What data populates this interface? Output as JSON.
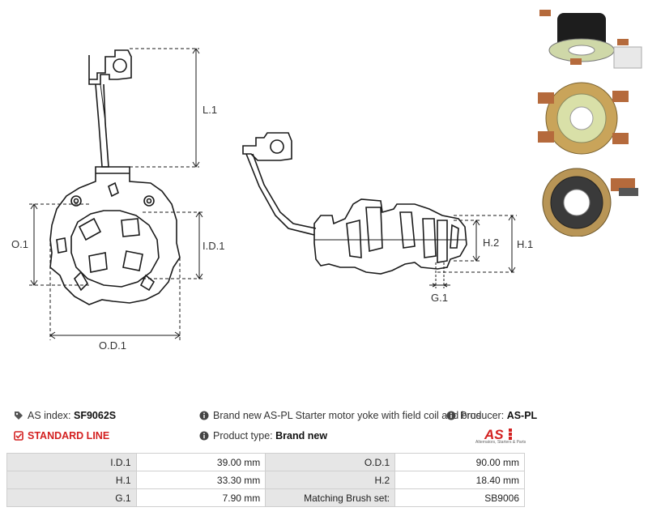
{
  "drawing": {
    "labels": {
      "l1": "L.1",
      "o1": "O.1",
      "id1": "I.D.1",
      "od1": "O.D.1",
      "h1": "H.1",
      "h2": "H.2",
      "g1": "G.1"
    }
  },
  "photos": {
    "top_alt": "",
    "middle_alt": "",
    "bottom_alt": ""
  },
  "info": {
    "as_index_label": "AS index:",
    "as_index_value": "SF9062S",
    "line_label": "STANDARD LINE",
    "description": "Brand new AS-PL Starter motor yoke with field coil and brus",
    "producer_label": "Producer:",
    "producer_value": "AS-PL",
    "product_type_label": "Product type:",
    "product_type_value": "Brand new",
    "logo_text": "AS",
    "logo_tagline": "Alternators, Starters & Parts"
  },
  "specs": {
    "rows": [
      {
        "k1": "I.D.1",
        "v1": "39.00 mm",
        "k2": "O.D.1",
        "v2": "90.00 mm"
      },
      {
        "k1": "H.1",
        "v1": "33.30 mm",
        "k2": "H.2",
        "v2": "18.40 mm"
      },
      {
        "k1": "G.1",
        "v1": "7.90 mm",
        "k2": "Matching Brush set:",
        "v2": "SB9006"
      }
    ]
  },
  "colors": {
    "accent_red": "#d32020",
    "table_key_bg": "#e6e6e6",
    "border": "#cfcfcf",
    "line": "#1a1a1a"
  }
}
